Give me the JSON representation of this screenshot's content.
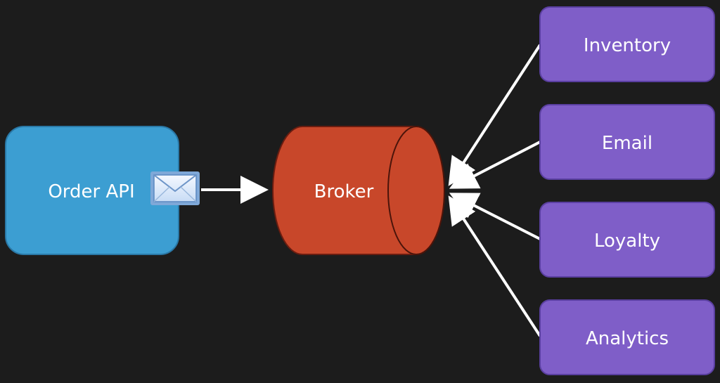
{
  "colors": {
    "background": "#1c1c1c",
    "producer": "#3c9ed2",
    "broker": "#c8472a",
    "consumer": "#7f5ec8",
    "arrow": "#ffffff"
  },
  "producer": {
    "label": "Order API",
    "icon": "envelope-icon"
  },
  "broker": {
    "label": "Broker"
  },
  "consumers": [
    {
      "label": "Inventory"
    },
    {
      "label": "Email"
    },
    {
      "label": "Loyalty"
    },
    {
      "label": "Analytics"
    }
  ]
}
